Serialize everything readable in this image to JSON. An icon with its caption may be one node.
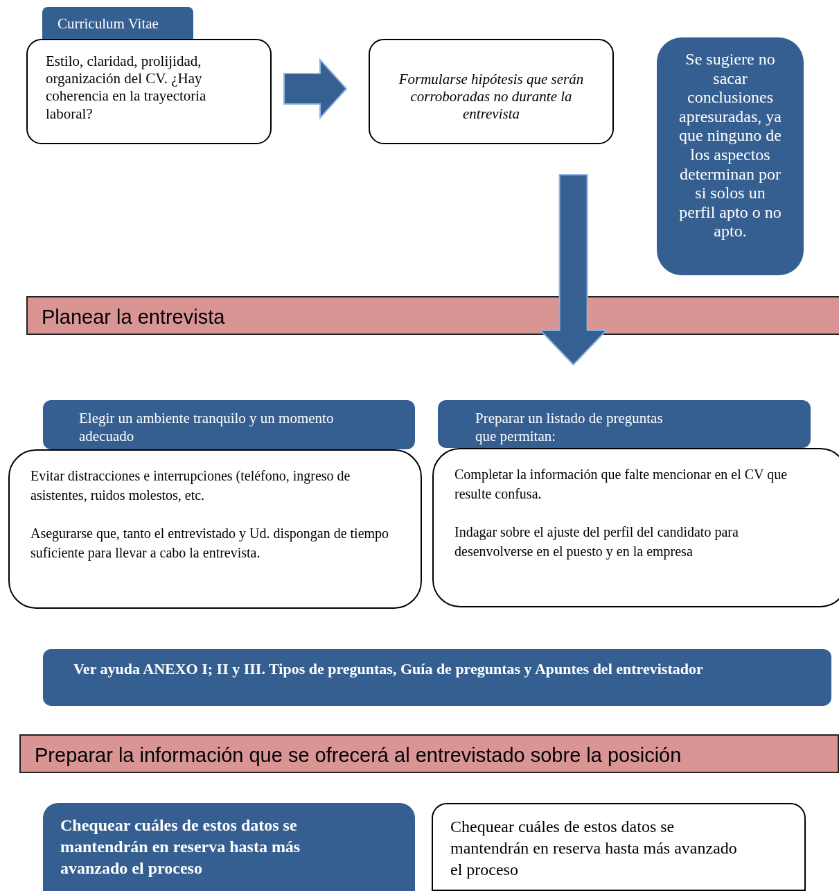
{
  "diagram": {
    "nodes": [
      {
        "text": [
          "Curriculum Vitae"
        ]
      },
      {
        "text": [
          "Estilo, claridad, prolijidad, organización del CV. ¿Hay coherencia en la trayectoria laboral?"
        ]
      },
      {
        "text": [
          "Formularse hipótesis que serán corroboradas no durante la entrevista"
        ]
      },
      {
        "text": [
          "Se sugiere no sacar conclusiones apresuradas, ya que ninguno de los aspectos determinan por si solos un perfil apto o no apto."
        ]
      },
      {
        "text": [
          "Planear la entrevista"
        ]
      },
      {
        "text": [
          "Elegir un ambiente tranquilo y un momento adecuado"
        ]
      },
      {
        "text": [
          "Evitar distracciones e interrupciones (teléfono, ingreso de asistentes, ruidos molestos, etc.",
          "Asegurarse que, tanto el entrevistado y Ud. dispongan de tiempo suficiente para llevar a cabo la entrevista."
        ]
      },
      {
        "text": [
          "Preparar un listado de preguntas que permitan:"
        ]
      },
      {
        "text": [
          "Completar la información que falte mencionar en el CV que resulte confusa.",
          "Indagar sobre el ajuste del perfil del candidato para desenvolverse en el puesto y en la empresa"
        ]
      },
      {
        "text": [
          "Ver ayuda ANEXO I; II y III. Tipos de preguntas, Guía de preguntas y Apuntes del entrevistador"
        ]
      },
      {
        "text": [
          "Preparar la información que se ofrecerá al entrevistado sobre la posición"
        ]
      },
      {
        "text": [
          "Chequear cuáles de estos datos se mantendrán en reserva hasta más avanzado el proceso"
        ]
      },
      {
        "text": [
          "Chequear cuáles de estos datos se mantendrán en reserva hasta más avanzado el proceso"
        ]
      }
    ],
    "edges": [
      {
        "from": 1,
        "to": 2,
        "arrow": "to"
      },
      {
        "from": 2,
        "to": 7,
        "arrow": "to"
      }
    ]
  }
}
